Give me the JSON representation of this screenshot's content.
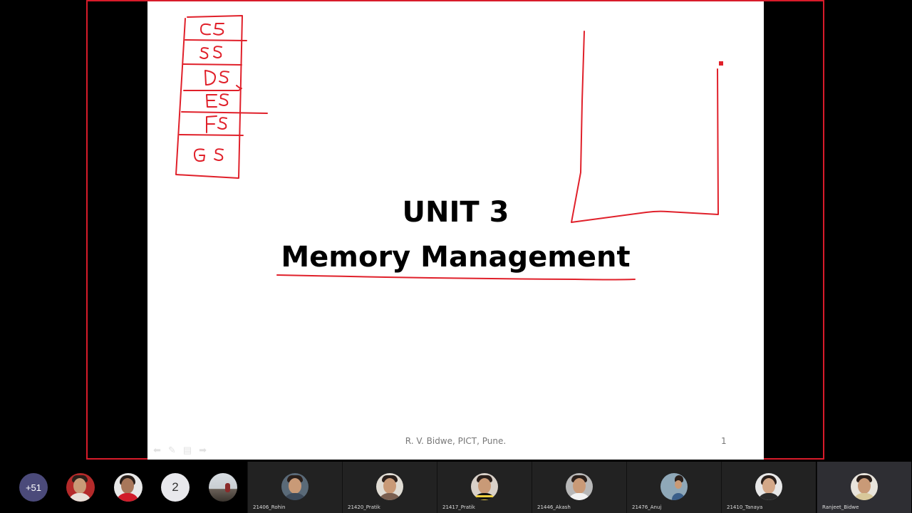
{
  "slide": {
    "title_line1": "UNIT 3",
    "title_line2": "Memory Management",
    "footer": "R. V. Bidwe, PICT, Pune.",
    "page_number": "1"
  },
  "annotations": {
    "segment_labels": [
      "CS",
      "SS",
      "DS",
      "ES",
      "FS",
      "GS"
    ],
    "ink_color": "#e0202a"
  },
  "participants": {
    "more_count": "+51",
    "number_avatar": "2",
    "tiles": [
      {
        "name": "21406_Rohin",
        "shirt": "#3d4a5a",
        "bg": "#5a6a78"
      },
      {
        "name": "21420_Pratik",
        "shirt": "#7a5f50",
        "bg": "#e0dcd4"
      },
      {
        "name": "21417_Pratik",
        "shirt": "#111111",
        "bg": "#d8d0c8"
      },
      {
        "name": "21446_Akash",
        "shirt": "#f2f2f2",
        "bg": "#b8b8b8"
      },
      {
        "name": "21476_Anuj",
        "shirt": "#3a5f8a",
        "bg": "#8fa8b8"
      },
      {
        "name": "21410_Tanaya",
        "shirt": "#2b2b2b",
        "bg": "#e8e8e8"
      },
      {
        "name": "Ranjeet_Bidwe",
        "shirt": "#d8c89a",
        "bg": "#e8e4dc"
      }
    ]
  }
}
